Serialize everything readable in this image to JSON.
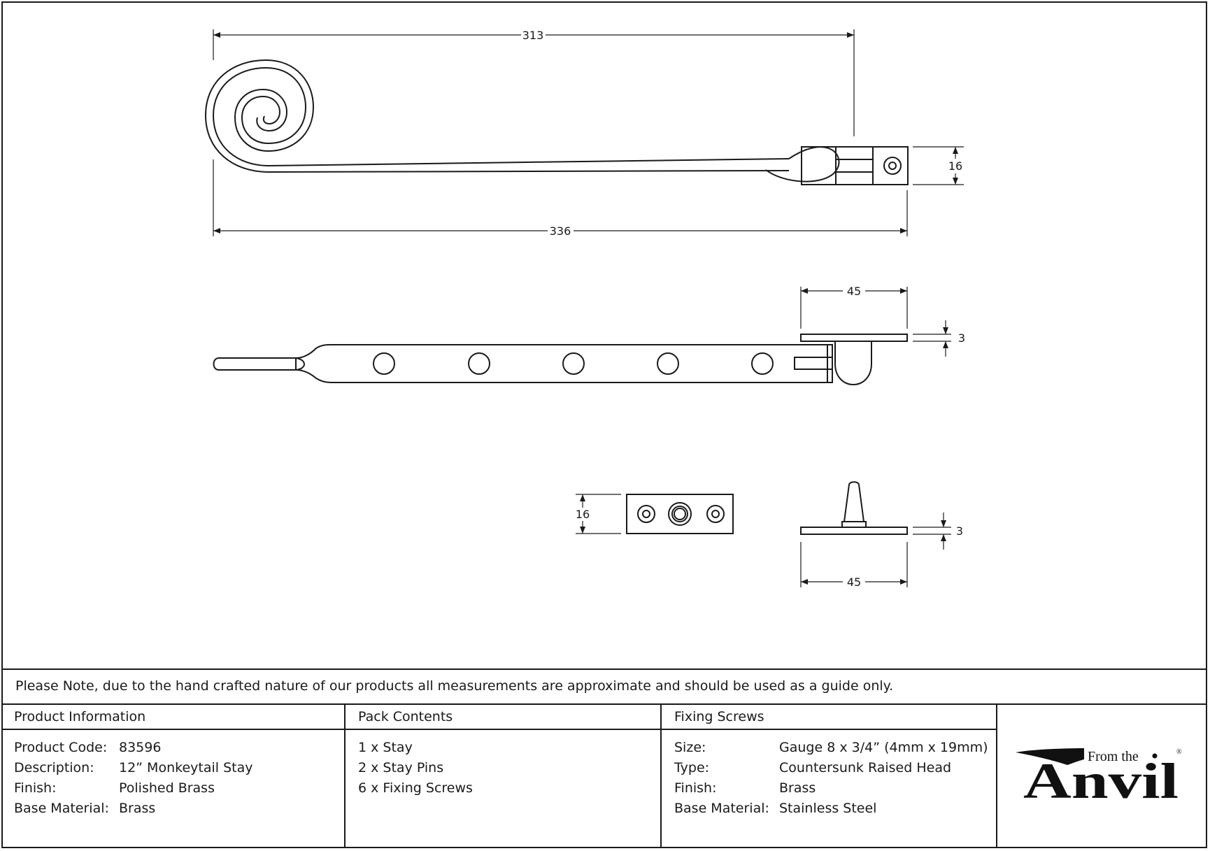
{
  "drawing": {
    "dimensions": {
      "top_length": "313",
      "overall_length": "336",
      "bracket_height": "16",
      "side_bracket_width": "45",
      "side_plate_thickness": "3",
      "pin_plate_height": "16",
      "pin_plate_thickness": "3",
      "pin_plate_width": "45"
    }
  },
  "note": "Please Note, due to the hand crafted nature of our products all measurements are approximate and should be used as a guide only.",
  "product_information": {
    "heading": "Product Information",
    "rows": [
      {
        "label": "Product Code:",
        "value": "83596"
      },
      {
        "label": "Description:",
        "value": "12” Monkeytail Stay"
      },
      {
        "label": "Finish:",
        "value": "Polished Brass"
      },
      {
        "label": "Base Material:",
        "value": "Brass"
      }
    ]
  },
  "pack_contents": {
    "heading": "Pack Contents",
    "items": [
      "1 x Stay",
      "2 x Stay Pins",
      "6 x Fixing Screws"
    ]
  },
  "fixing_screws": {
    "heading": "Fixing Screws",
    "rows": [
      {
        "label": "Size:",
        "value": "Gauge 8 x 3/4” (4mm x 19mm)"
      },
      {
        "label": "Type:",
        "value": "Countersunk Raised Head"
      },
      {
        "label": "Finish:",
        "value": "Brass"
      },
      {
        "label": "Base Material:",
        "value": "Stainless Steel"
      }
    ]
  },
  "logo": {
    "text_small": "From the",
    "text_large": "Anvil",
    "registered": "®",
    "icon": "anvil-icon"
  }
}
